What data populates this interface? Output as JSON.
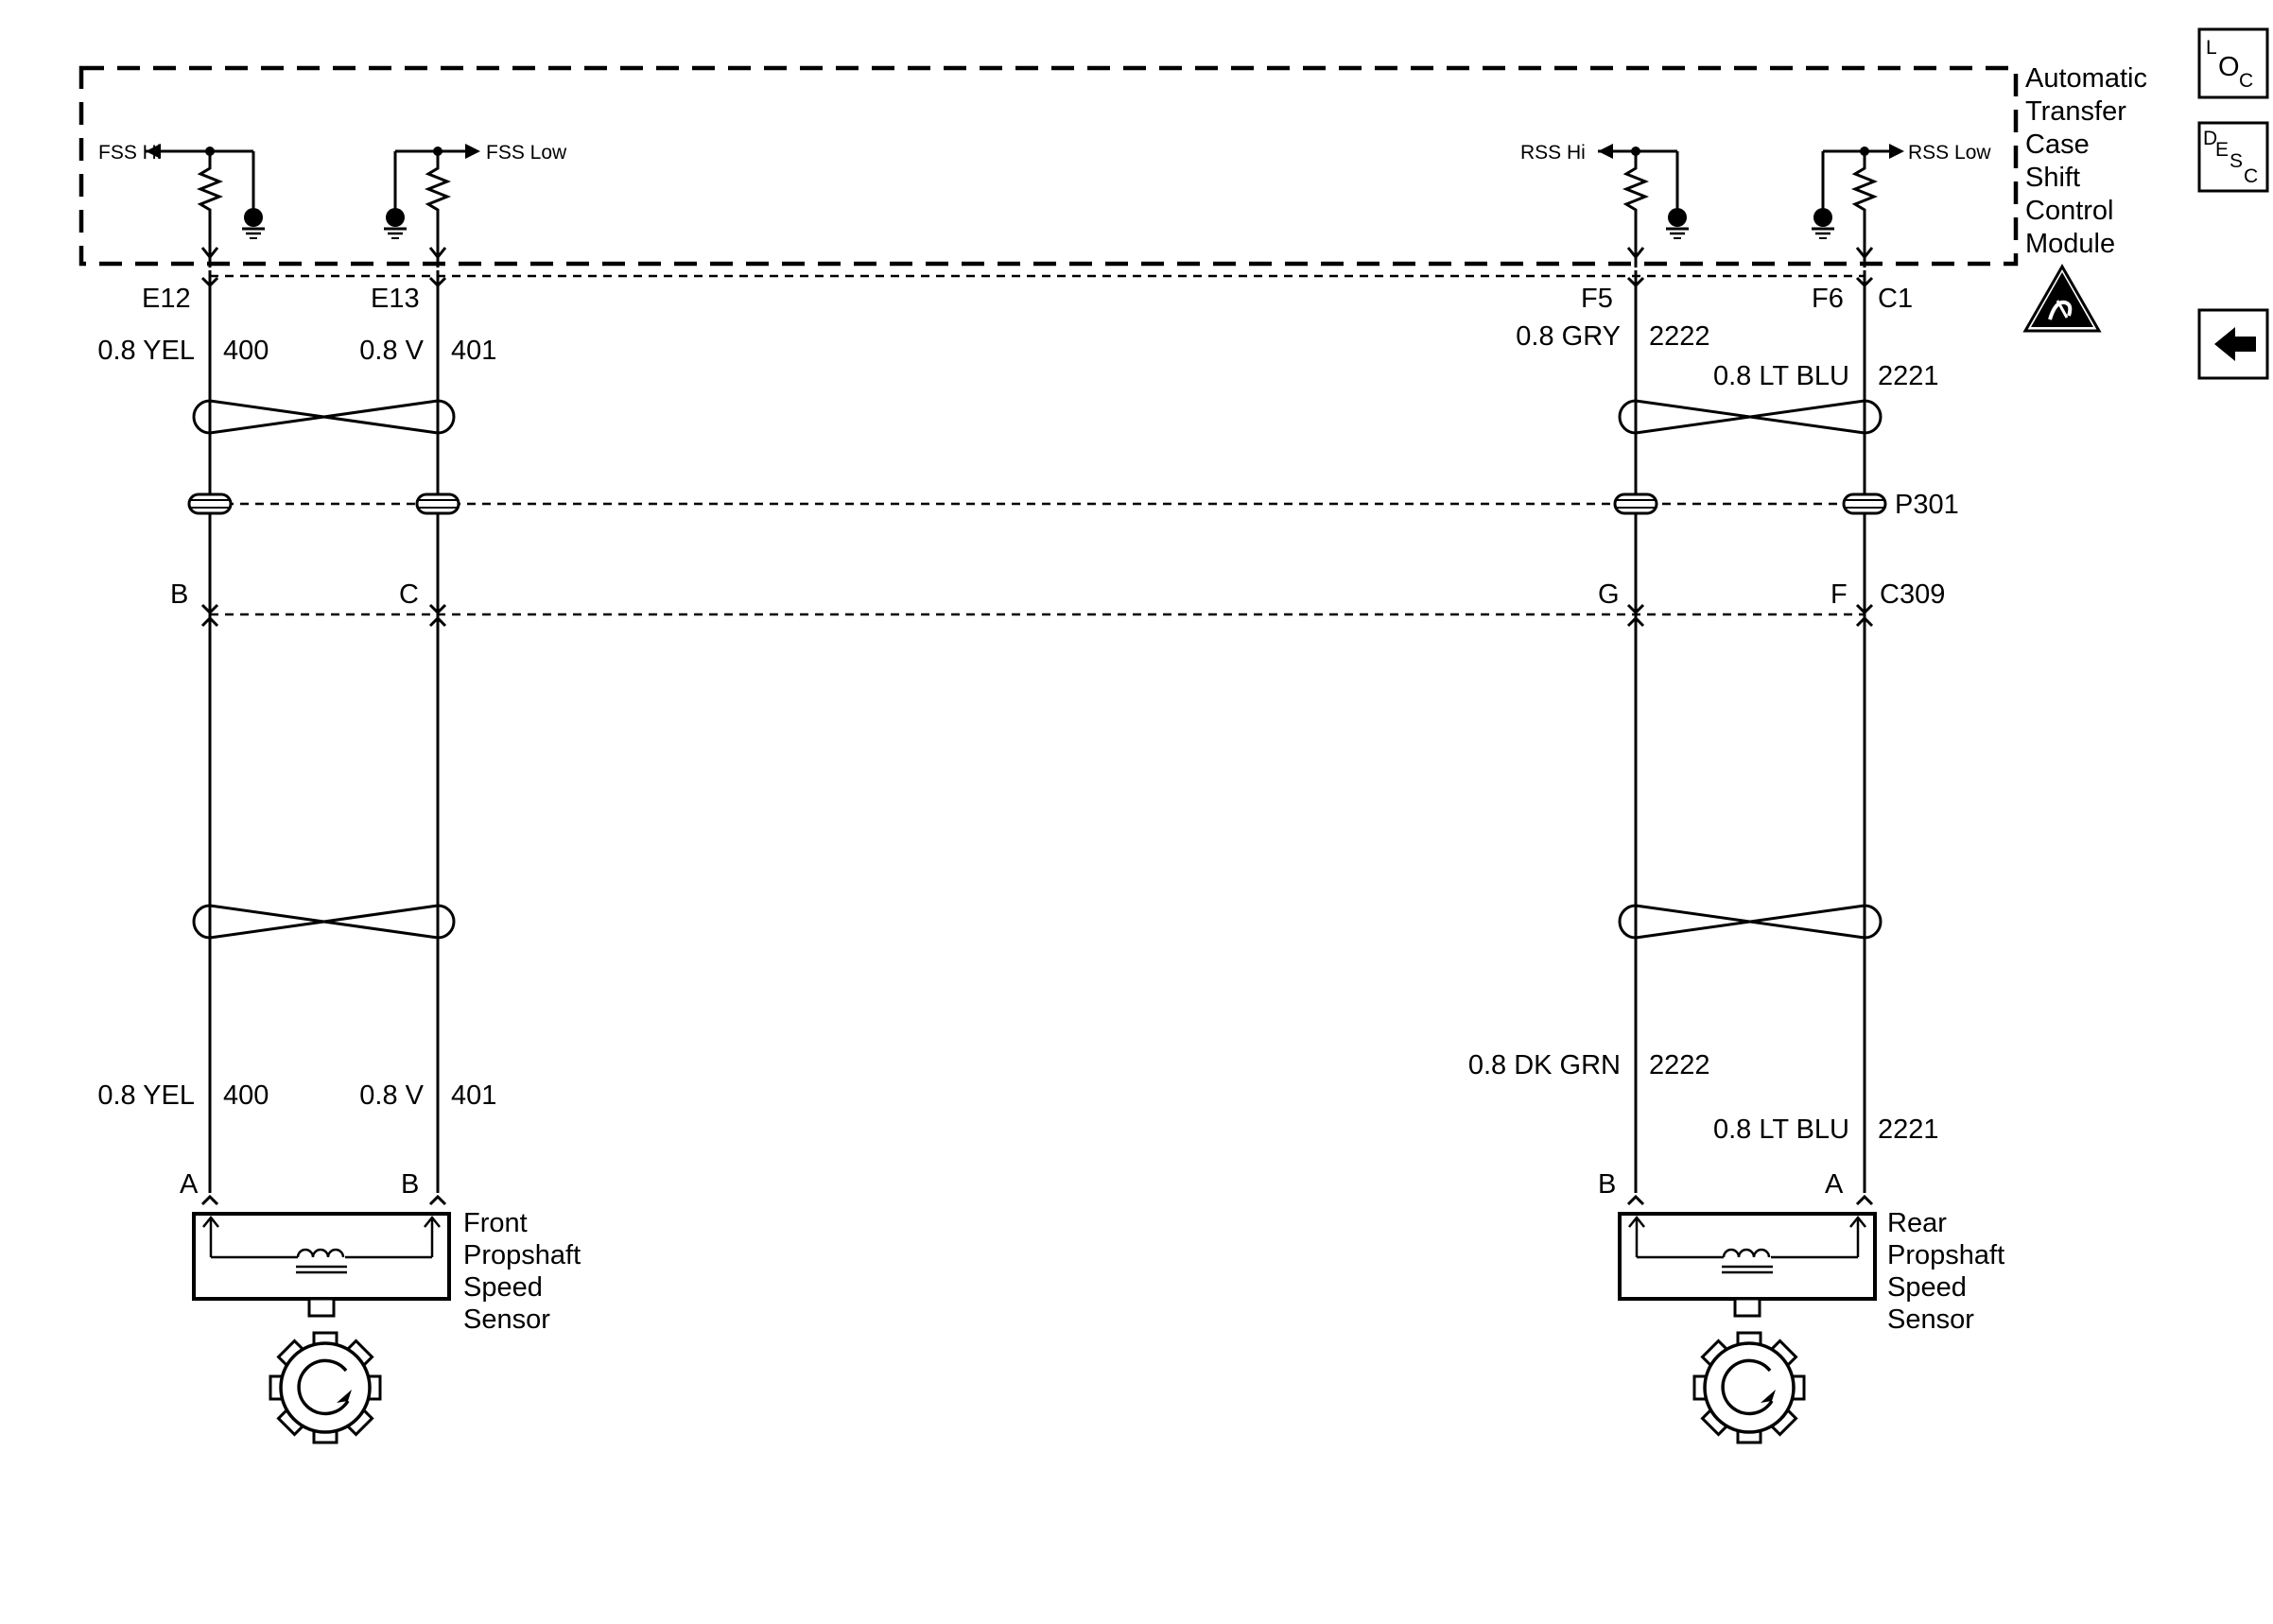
{
  "module": {
    "name_lines": [
      "Automatic",
      "Transfer",
      "Case",
      "Shift",
      "Control",
      "Module"
    ],
    "signals": {
      "fss_hi": "FSS Hi",
      "fss_low": "FSS Low",
      "rss_hi": "RSS Hi",
      "rss_low": "RSS Low"
    },
    "esd_icon": "electrostatic-discharge-warning-icon"
  },
  "nav": {
    "loc": {
      "big": "L",
      "a": "O",
      "b": "C"
    },
    "desc": {
      "big": "D",
      "a": "E",
      "b": "S",
      "c": "C"
    },
    "back_icon": "left-arrow-icon"
  },
  "circuits": [
    {
      "id": "c400",
      "module_pin": "E12",
      "upper": {
        "wire": "0.8 YEL",
        "num": "400"
      },
      "inline_pin": "B",
      "lower": {
        "wire": "0.8 YEL",
        "num": "400"
      },
      "sensor_pin": "A"
    },
    {
      "id": "c401",
      "module_pin": "E13",
      "upper": {
        "wire": "0.8 V",
        "num": "401"
      },
      "inline_pin": "C",
      "lower": {
        "wire": "0.8 V",
        "num": "401"
      },
      "sensor_pin": "B"
    },
    {
      "id": "c2222",
      "module_pin": "F5",
      "upper": {
        "wire": "0.8 GRY",
        "num": "2222"
      },
      "inline_pin": "G",
      "lower": {
        "wire": "0.8 DK GRN",
        "num": "2222"
      },
      "sensor_pin": "B"
    },
    {
      "id": "c2221",
      "module_pin": "F6",
      "module_connector": "C1",
      "upper": {
        "wire": "0.8 LT BLU",
        "num": "2221"
      },
      "inline_pin": "F",
      "lower": {
        "wire": "0.8 LT BLU",
        "num": "2221"
      },
      "sensor_pin": "A"
    }
  ],
  "splice_pack": "P301",
  "inline_connector": "C309",
  "sensors": {
    "front": {
      "name_lines": [
        "Front",
        "Propshaft",
        "Speed",
        "Sensor"
      ]
    },
    "rear": {
      "name_lines": [
        "Rear",
        "Propshaft",
        "Speed",
        "Sensor"
      ]
    }
  }
}
